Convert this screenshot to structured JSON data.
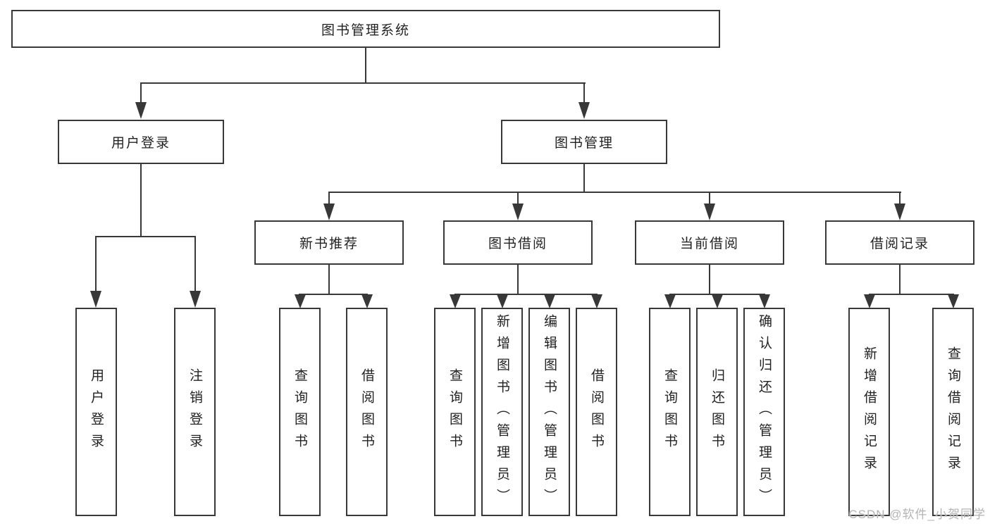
{
  "diagram": {
    "root": {
      "label": "图书管理系统"
    },
    "level2": [
      {
        "label": "用户登录"
      },
      {
        "label": "图书管理"
      }
    ],
    "level3": [
      {
        "label": "新书推荐"
      },
      {
        "label": "图书借阅"
      },
      {
        "label": "当前借阅"
      },
      {
        "label": "借阅记录"
      }
    ],
    "leaves": {
      "user_login": [
        "用户登录",
        "注销登录"
      ],
      "new_books": [
        "查询图书",
        "借阅图书"
      ],
      "book_borrow": [
        "查询图书",
        "新增图书（管理员）",
        "编辑图书（管理员）",
        "借阅图书"
      ],
      "current_borrow": [
        "查询图书",
        "归还图书",
        "确认归还（管理员）"
      ],
      "borrow_records": [
        "新增借阅记录",
        "查询借阅记录"
      ]
    }
  },
  "watermark": {
    "text": "CSDN @软件_小贺同学"
  },
  "colors": {
    "line": "#383838",
    "text": "#222222",
    "watermark": "#b4b4b4",
    "background": "#ffffff"
  }
}
